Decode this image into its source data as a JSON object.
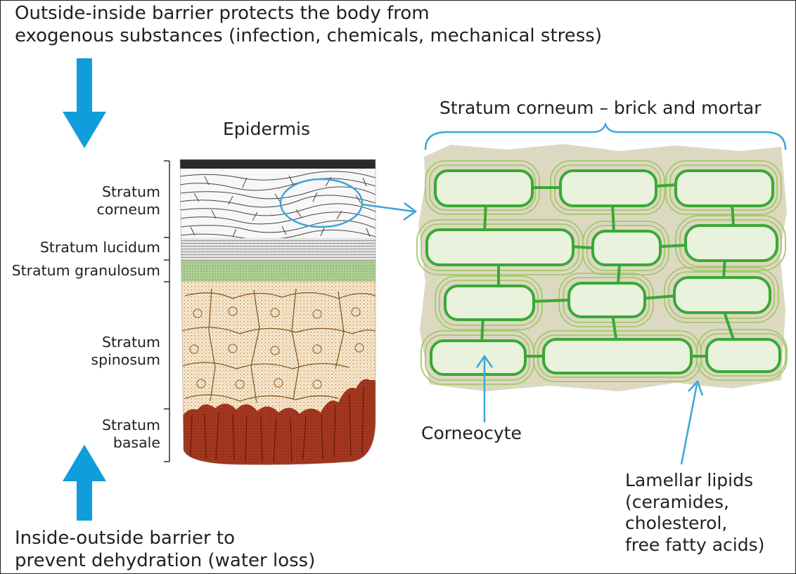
{
  "top_note": {
    "line1": "Outside-inside barrier protects the body from",
    "line2": "exogenous substances (infection, chemicals, mechanical stress)"
  },
  "bottom_note": {
    "line1": "Inside-outside barrier to",
    "line2": "prevent dehydration (water loss)"
  },
  "epidermis": {
    "title": "Epidermis",
    "layers": [
      {
        "line1": "Stratum",
        "line2": "corneum"
      },
      {
        "line1": "Stratum lucidum"
      },
      {
        "line1": "Stratum granulosum"
      },
      {
        "line1": "Stratum",
        "line2": "spinosum"
      },
      {
        "line1": "Stratum",
        "line2": "basale"
      }
    ]
  },
  "stratum_corneum": {
    "title": "Stratum corneum – brick and mortar",
    "corneocyte_label": "Corneocyte",
    "lipids_label": {
      "line1": "Lamellar lipids",
      "line2": "(ceramides,",
      "line3": "cholesterol,",
      "line4": "free fatty acids)"
    }
  },
  "colors": {
    "arrow_blue": "#0f9ddb",
    "callout_blue": "#3aa6d8",
    "cell_border_green": "#39a935",
    "cell_fill": "#e8f2dc",
    "lipid_line_green": "#a3c96b",
    "matrix_fill": "#ddd8c2",
    "text": "#231f20"
  },
  "icons": [
    "down-arrow-icon",
    "up-arrow-icon",
    "brace-icon",
    "callout-arrow-icon"
  ]
}
